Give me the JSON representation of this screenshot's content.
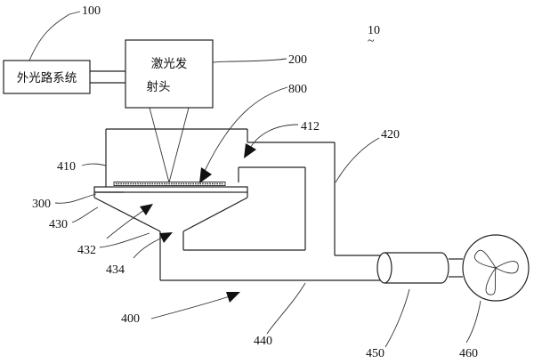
{
  "figure": {
    "ref_main": "10",
    "ref_tilde": "~",
    "blocks": {
      "external_optics": "外光路系统",
      "laser_head_line1": "激光发",
      "laser_head_line2": "射头"
    },
    "labels": {
      "l100": "100",
      "l200": "200",
      "l800": "800",
      "l412": "412",
      "l420": "420",
      "l410": "410",
      "l300": "300",
      "l430": "430",
      "l432": "432",
      "l434": "434",
      "l400": "400",
      "l440": "440",
      "l450": "450",
      "l460": "460"
    }
  }
}
